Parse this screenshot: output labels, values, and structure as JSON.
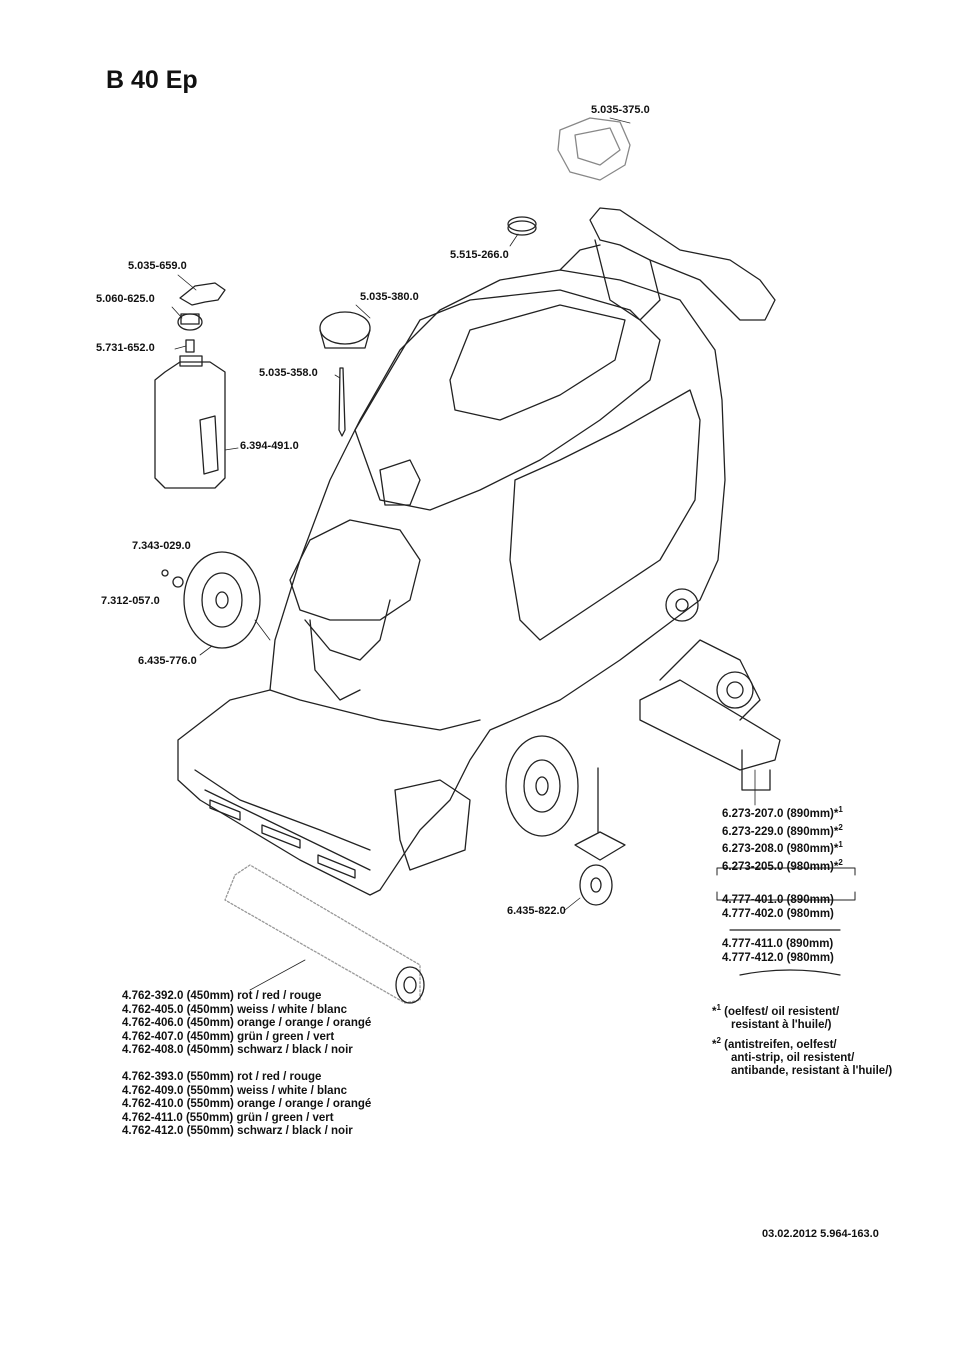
{
  "title": "B 40 Ep",
  "parts": {
    "lid_filter": "5.035-375.0",
    "strainer": "5.515-266.0",
    "bottle_cap_handle": "5.035-659.0",
    "bottle_cap": "5.060-625.0",
    "bottle_valve": "5.731-652.0",
    "tank_cap": "5.035-380.0",
    "rod": "5.035-358.0",
    "bottle": "6.394-491.0",
    "wheel_clip": "7.343-029.0",
    "wheel_washer": "7.312-057.0",
    "wheel": "6.435-776.0",
    "caster": "6.435-822.0"
  },
  "squeegee_lines": [
    {
      "code": "6.273-207.0 (890mm)",
      "mark": "*",
      "sup": "1"
    },
    {
      "code": "6.273-229.0 (890mm)",
      "mark": "*",
      "sup": "2"
    },
    {
      "code": "6.273-208.0 (980mm)",
      "mark": "*",
      "sup": "1"
    },
    {
      "code": "6.273-205.0 (980mm)",
      "mark": "*",
      "sup": "2"
    }
  ],
  "blade_group_1": [
    "4.777-401.0 (890mm)",
    "4.777-402.0 (980mm)"
  ],
  "blade_group_2": [
    "4.777-411.0 (890mm)",
    "4.777-412.0 (980mm)"
  ],
  "brushes_450": [
    "4.762-392.0 (450mm) rot / red / rouge",
    "4.762-405.0 (450mm) weiss / white / blanc",
    "4.762-406.0 (450mm) orange / orange / orangé",
    "4.762-407.0 (450mm) grün / green / vert",
    "4.762-408.0 (450mm) schwarz / black / noir"
  ],
  "brushes_550": [
    "4.762-393.0 (550mm) rot / red / rouge",
    "4.762-409.0 (550mm) weiss / white / blanc",
    "4.762-410.0 (550mm) orange / orange / orangé",
    "4.762-411.0 (550mm) grün / green / vert",
    "4.762-412.0 (550mm) schwarz / black / noir"
  ],
  "notes": {
    "note1_mark": "*",
    "note1_sup": "1",
    "note1_lines": [
      "(oelfest/ oil resistent/",
      "resistant à l'huile/)"
    ],
    "note2_mark": "*",
    "note2_sup": "2",
    "note2_lines": [
      "(antistreifen, oelfest/",
      "anti-strip, oil resistent/",
      "antibande, resistant à l'huile/)"
    ]
  },
  "footer": "03.02.2012  5.964-163.0"
}
